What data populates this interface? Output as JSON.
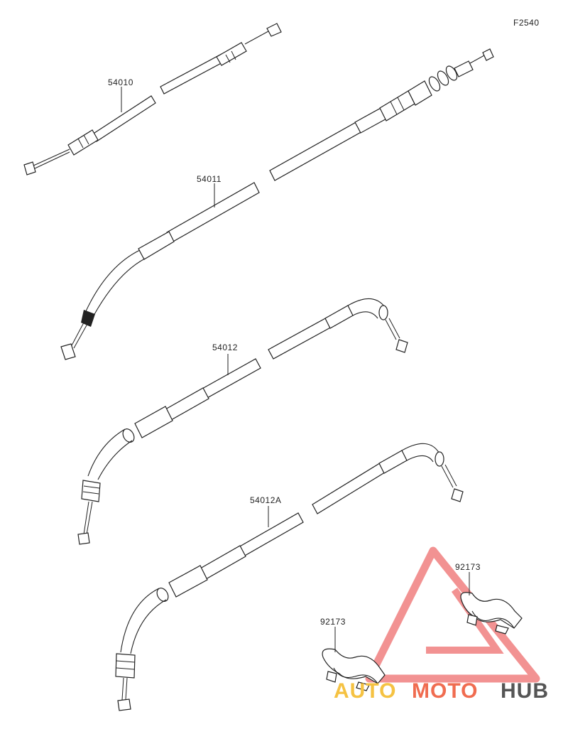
{
  "diagram_id": "F2540",
  "parts": [
    {
      "part_number": "54010"
    },
    {
      "part_number": "54011"
    },
    {
      "part_number": "54012"
    },
    {
      "part_number": "54012A"
    },
    {
      "part_number": "92173"
    },
    {
      "part_number": "92173"
    }
  ],
  "watermark": {
    "part1": "AUTO",
    "part2": "MOTO",
    "part3": "HUB",
    "colors": {
      "logo": "#f08080",
      "part1": "#f5c242",
      "part2": "#f06c50",
      "part3": "#555555"
    }
  }
}
